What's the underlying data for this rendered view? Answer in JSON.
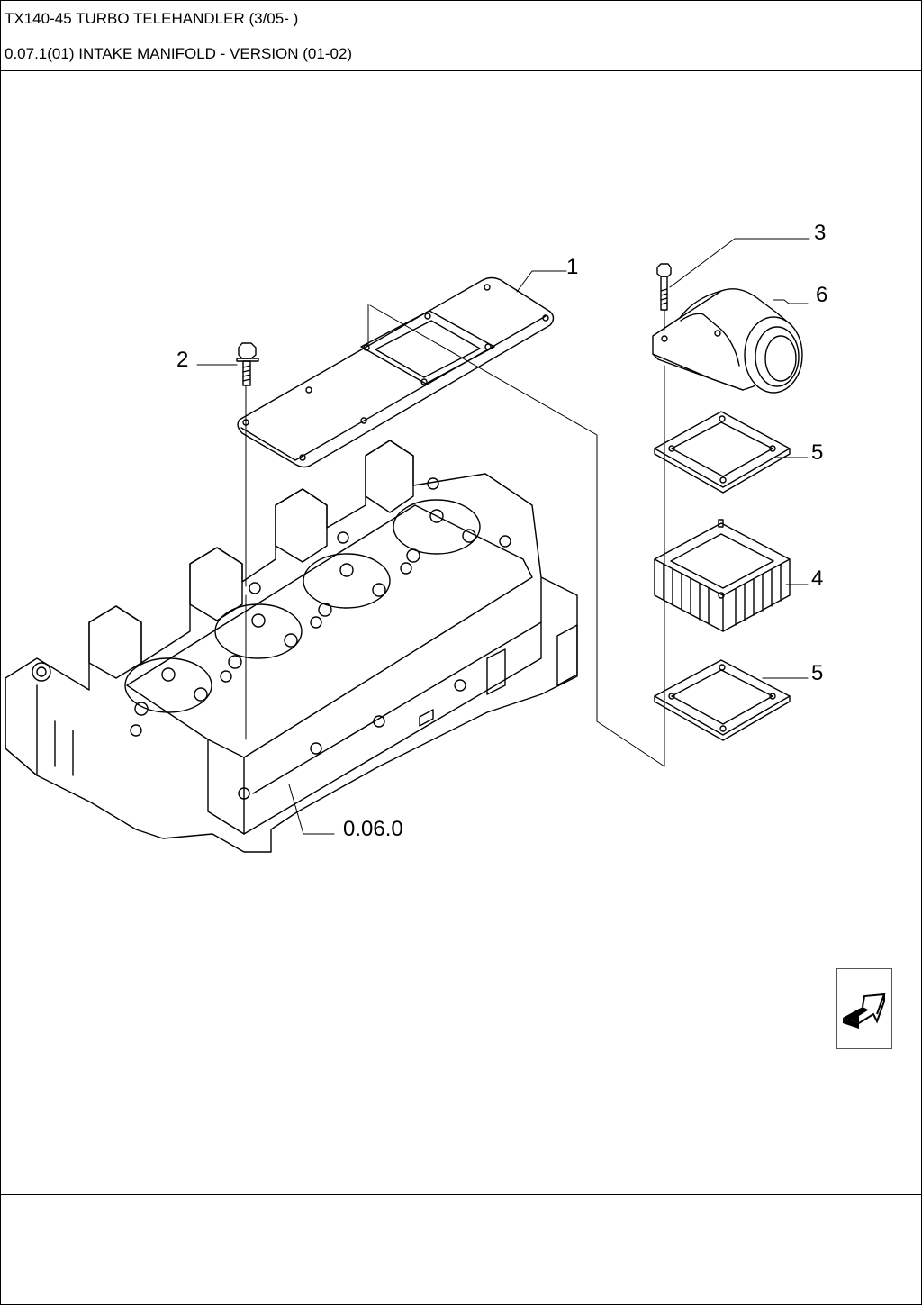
{
  "header": {
    "model": "TX140-45 TURBO TELEHANDLER (3/05- )",
    "section": "0.07.1(01) INTAKE MANIFOLD - VERSION (01-02)"
  },
  "callouts": {
    "part_1": "1",
    "part_2": "2",
    "part_3": "3",
    "part_4": "4",
    "part_5_upper": "5",
    "part_5_lower": "5",
    "part_6": "6",
    "ref_cylinder_head": "0.06.0"
  },
  "nav": {
    "icon": "next-page-arrow-icon"
  },
  "colors": {
    "line": "#000000",
    "background": "#ffffff"
  }
}
